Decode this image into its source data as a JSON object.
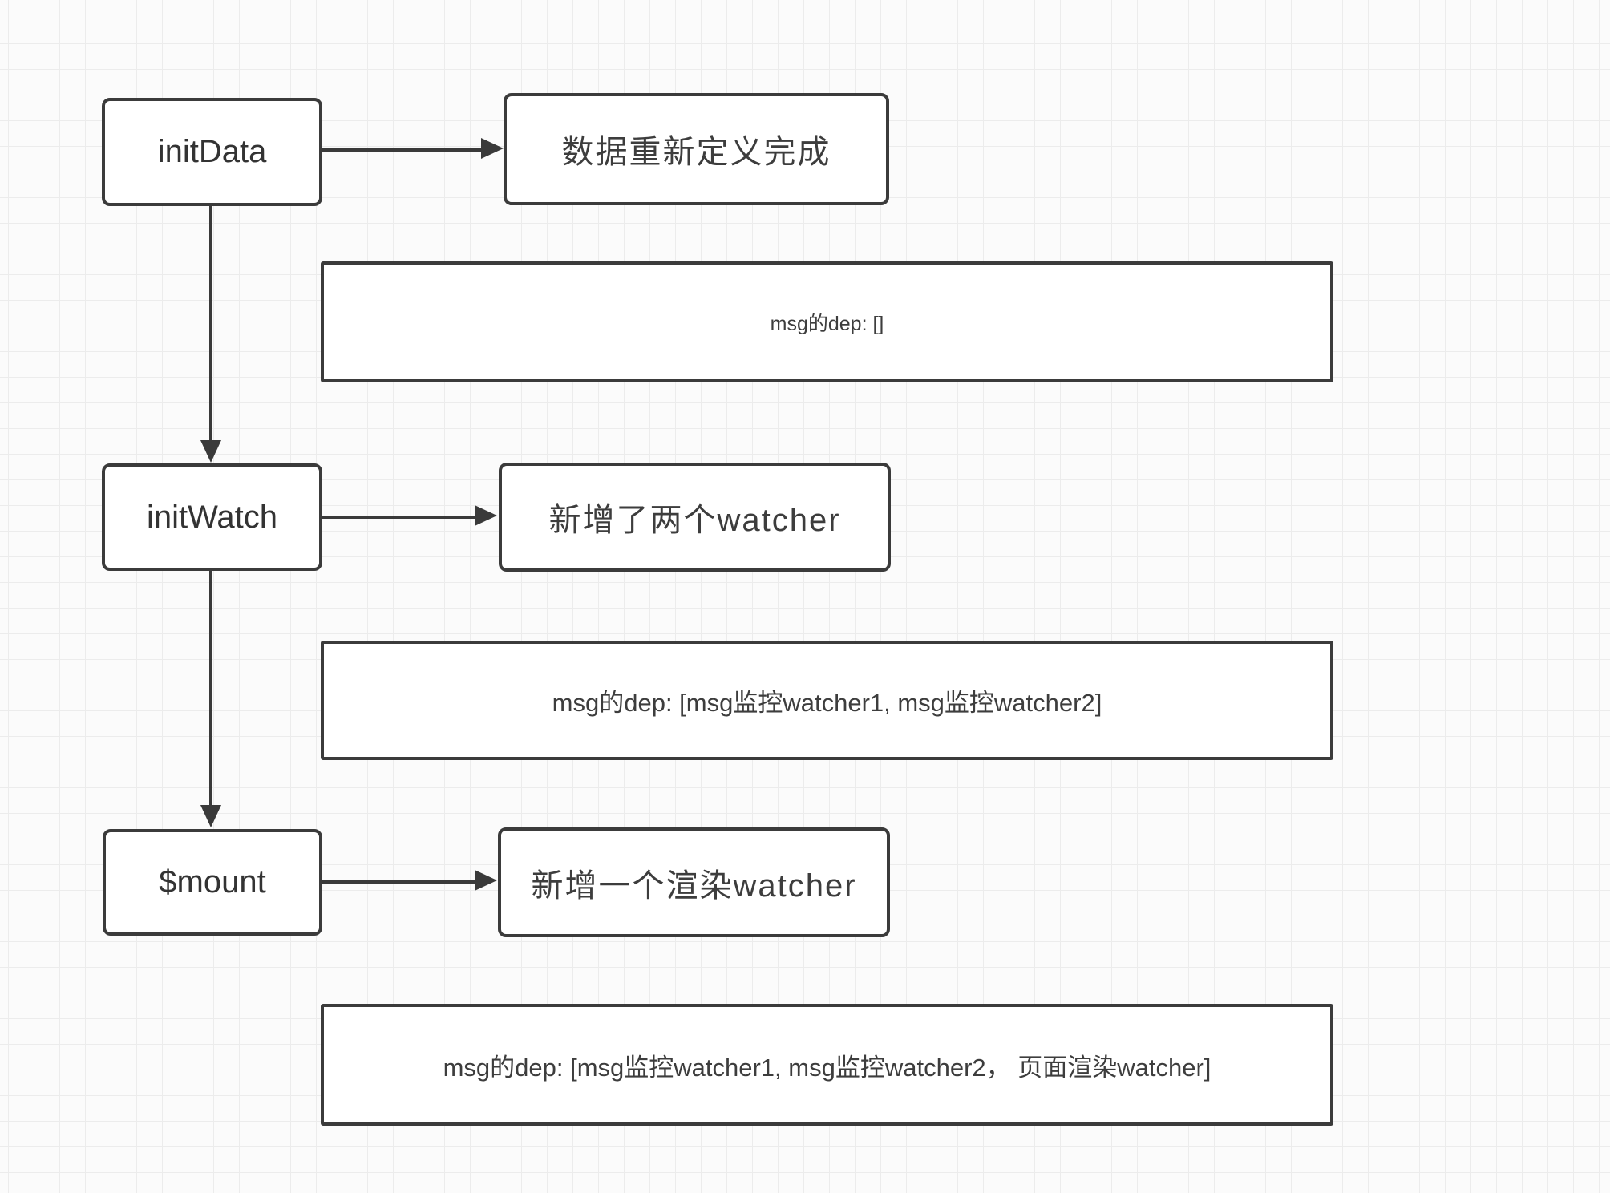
{
  "style": {
    "background_color": "#fbfbfb",
    "grid_line_color": "#ececec",
    "stroke_color": "#3a3a3a",
    "box_fill": "#ffffff",
    "text_color": "#3d3d3d"
  },
  "diagram": {
    "nodes": [
      {
        "id": "initData",
        "label": "initData"
      },
      {
        "id": "initWatch",
        "label": "initWatch"
      },
      {
        "id": "mount",
        "label": "$mount"
      }
    ],
    "results": [
      {
        "label": "数据重新定义完成"
      },
      {
        "label": "新增了两个watcher"
      },
      {
        "label": "新增一个渲染watcher"
      }
    ],
    "deps": [
      {
        "label": "msg的dep: []"
      },
      {
        "label": "msg的dep: [msg监控watcher1, msg监控watcher2]"
      },
      {
        "label": "msg的dep: [msg监控watcher1, msg监控watcher2，  页面渲染watcher]"
      }
    ]
  }
}
